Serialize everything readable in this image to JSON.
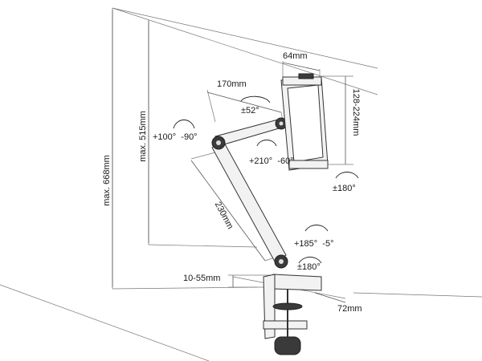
{
  "dimensions": {
    "max_668": "max. 668mm",
    "max_515": "max. 515mm",
    "arm_upper": "170mm",
    "arm_lower": "230mm",
    "holder_width": "64mm",
    "holder_range": "128-224mm",
    "clamp_range": "10-55mm",
    "base_depth": "72mm"
  },
  "rotations": {
    "joint_top": "±52°",
    "joint_left": "+100°  -90°",
    "joint_mid": "+210°  -60°",
    "holder_rot": "±180°",
    "joint_base": "+185°  -5°",
    "base_rot": "±180°"
  }
}
